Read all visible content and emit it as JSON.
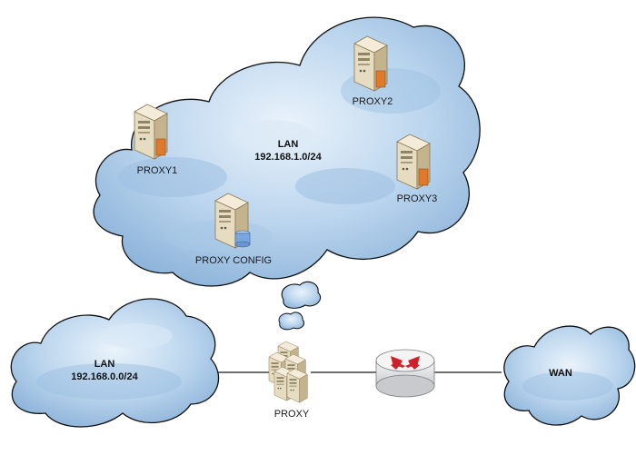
{
  "networks": {
    "lan_top": {
      "name": "LAN",
      "subnet": "192.168.1.0/24"
    },
    "lan_left": {
      "name": "LAN",
      "subnet": "192.168.0.0/24"
    },
    "wan": {
      "name": "WAN"
    }
  },
  "nodes": {
    "proxy1": "PROXY1",
    "proxy2": "PROXY2",
    "proxy3": "PROXY3",
    "proxy_config": "PROXY CONFIG",
    "proxy": "PROXY"
  },
  "colors": {
    "cloud_fill": "#b9d4ec",
    "cloud_dark": "#7ea8d2",
    "cloud_outline": "#0f0f0f",
    "server_body": "#e6dcc2",
    "server_side": "#c4b48e",
    "server_accent": "#e07a2a",
    "db_cylinder": "#7aa6e0",
    "router_body": "#e8e8ea",
    "router_arrows": "#d0202a",
    "link": "#1a1a1a"
  }
}
